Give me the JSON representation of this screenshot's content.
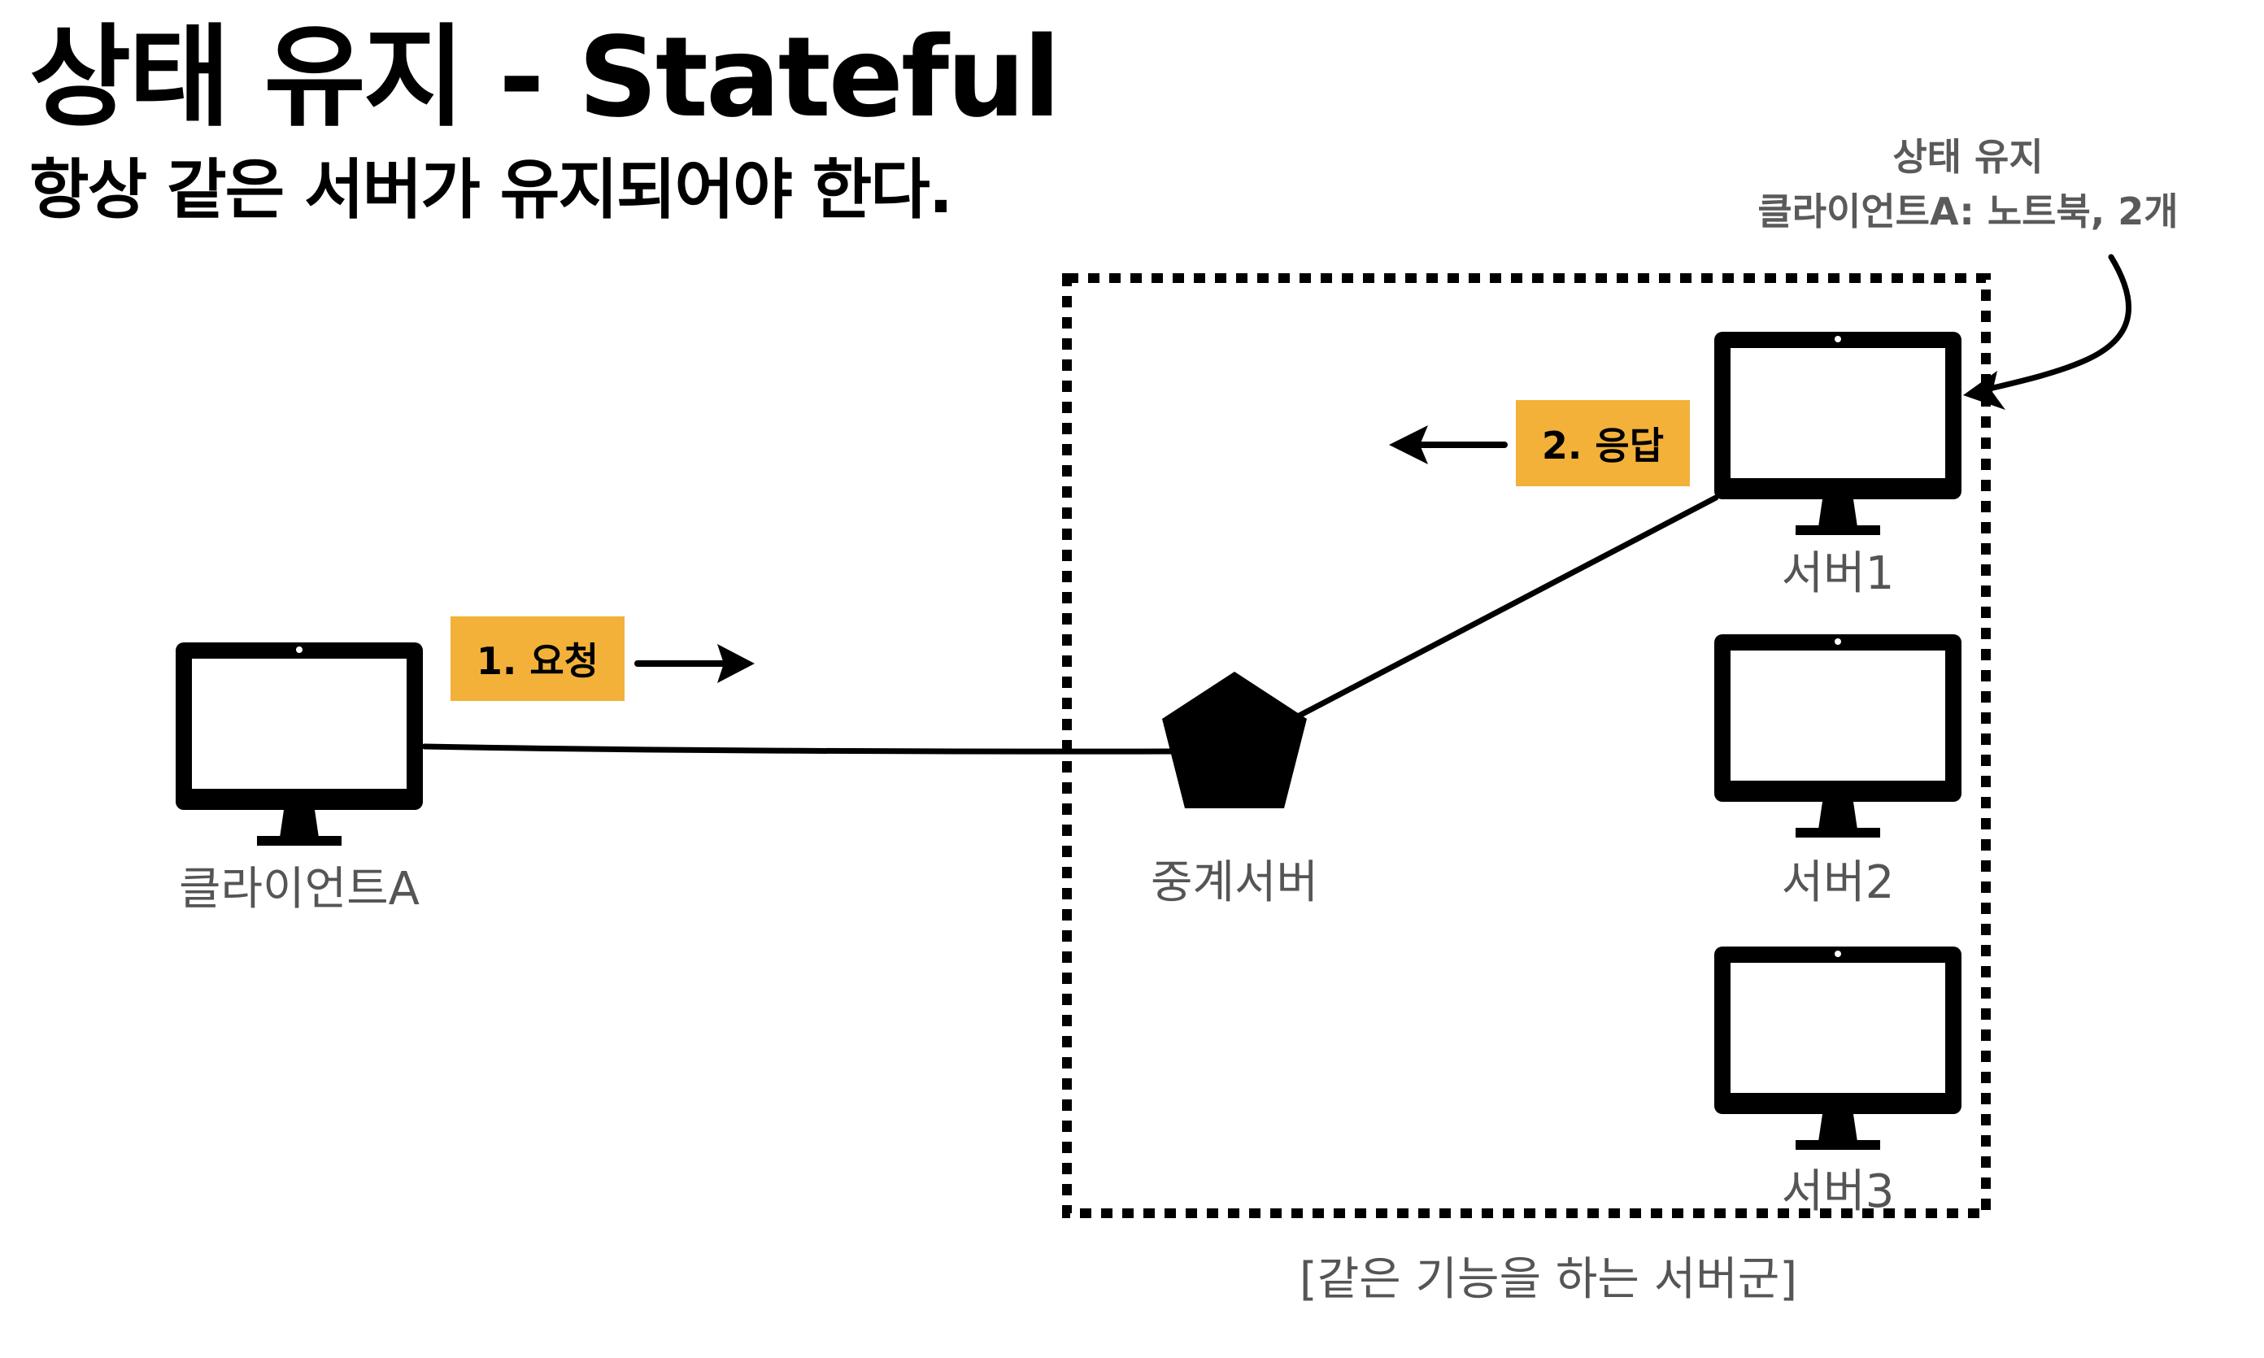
{
  "heading": {
    "title": "상태 유지 - Stateful",
    "subtitle": "항상 같은 서버가 유지되어야 한다."
  },
  "annotation": {
    "line1": "상태 유지",
    "line2": "클라이언트A: 노트북, 2개"
  },
  "nodes": {
    "client": "클라이언트A",
    "proxy": "중계서버",
    "server1": "서버1",
    "server2": "서버2",
    "server3": "서버3"
  },
  "group_label": "[같은 기능을 하는 서버군]",
  "steps": {
    "request": "1. 요청",
    "response": "2. 응답"
  },
  "colors": {
    "tag_fill": "#F3B13A",
    "label_text": "#555555",
    "line": "#000000"
  },
  "icons": {
    "client": "monitor-icon",
    "proxy": "pentagon-icon",
    "servers": "monitor-icon"
  }
}
